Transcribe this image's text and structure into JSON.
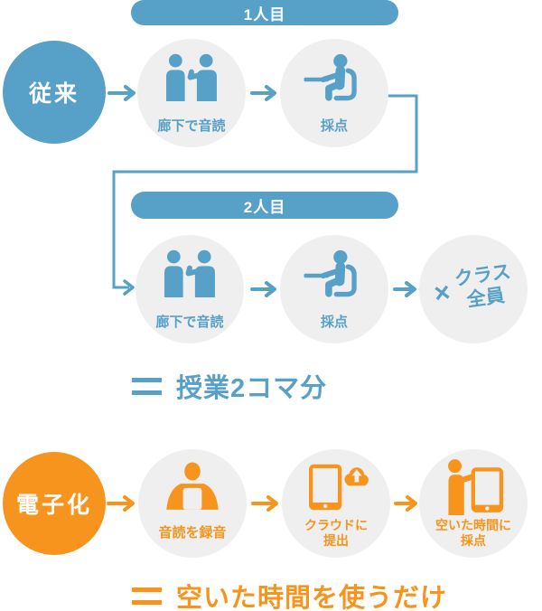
{
  "colors": {
    "blue": "#57A0C7",
    "orange": "#F7941E",
    "step_circle_gray": "#EFEFEF",
    "text_on_color": "#FFFFFF"
  },
  "traditional": {
    "label": "従来",
    "banner_person1": "1人目",
    "banner_person2": "2人目",
    "steps_person1": [
      {
        "caption": "廊下で音読",
        "icon": "two-people-talking-icon"
      },
      {
        "caption": "採点",
        "icon": "grading-at-desk-icon"
      }
    ],
    "steps_person2": [
      {
        "caption": "廊下で音読",
        "icon": "two-people-talking-icon"
      },
      {
        "caption": "採点",
        "icon": "grading-at-desk-icon"
      }
    ],
    "multiplier": {
      "symbol": "×",
      "lines": [
        "クラス",
        "全員"
      ]
    },
    "summary": {
      "equals_symbol": "＝",
      "text": "授業2コマ分"
    }
  },
  "digital": {
    "label": "電子化",
    "steps": [
      {
        "caption_lines": [
          "音読を録音"
        ],
        "icon": "person-recording-icon"
      },
      {
        "caption_lines": [
          "クラウドに",
          "提出"
        ],
        "icon": "tablet-cloud-upload-icon"
      },
      {
        "caption_lines": [
          "空いた時間に",
          "採点"
        ],
        "icon": "person-tablet-grading-icon"
      }
    ],
    "summary": {
      "equals_symbol": "＝",
      "text": "空いた時間を使うだけ"
    }
  }
}
